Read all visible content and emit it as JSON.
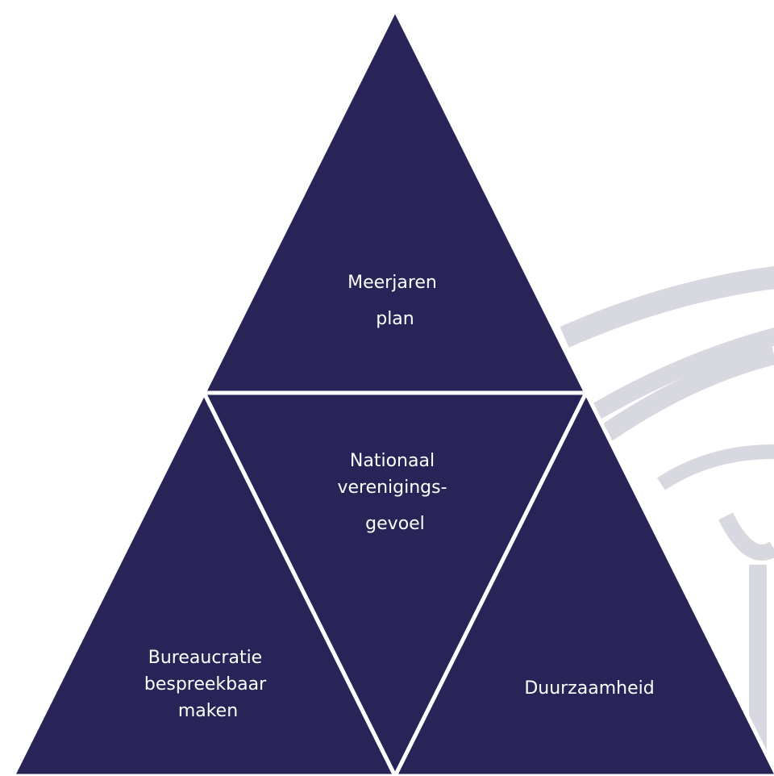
{
  "colors": {
    "triangle_fill": "#282457",
    "triangle_stroke": "#ffffff",
    "text": "#ffffff",
    "watermark": "#d8d8e0"
  },
  "triangles": [
    {
      "id": "top",
      "orientation": "up",
      "lines": [
        "Meerjaren",
        "plan"
      ]
    },
    {
      "id": "center",
      "orientation": "down",
      "lines": [
        "Nationaal",
        "verenigings-",
        "gevoel"
      ]
    },
    {
      "id": "bottom-left",
      "orientation": "up",
      "lines": [
        "Bureaucratie",
        "bespreekbaar",
        "maken"
      ]
    },
    {
      "id": "bottom-right",
      "orientation": "up",
      "lines": [
        "Duurzaamheid"
      ]
    }
  ],
  "watermark": {
    "icon": "globe-watermark-icon"
  }
}
